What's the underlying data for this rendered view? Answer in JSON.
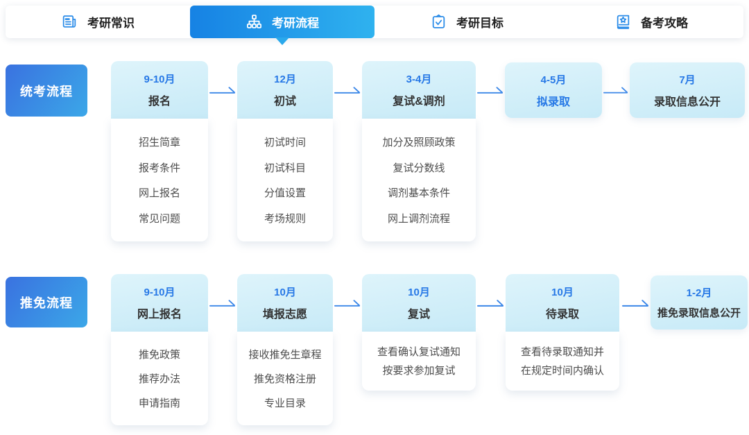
{
  "tabs": [
    {
      "label": "考研常识",
      "icon": "news-icon",
      "active": false
    },
    {
      "label": "考研流程",
      "icon": "sitemap-icon",
      "active": true
    },
    {
      "label": "考研目标",
      "icon": "clipboard-check-icon",
      "active": false
    },
    {
      "label": "备考攻略",
      "icon": "book-star-icon",
      "active": false
    }
  ],
  "colors": {
    "active_tab_gradient_start": "#1682e4",
    "active_tab_gradient_end": "#2fb2ef",
    "icon_blue": "#2b8ce8",
    "month_accent": "#2678e6",
    "card_header_gradient_start": "#def4fb",
    "card_header_gradient_end": "#c7eaf7",
    "row_label_gradient_start": "#3a72e0",
    "row_label_gradient_end": "#3ba7e8",
    "arrow_blue": "#3b87e8",
    "body_text": "#4d4d4d",
    "title_dark": "#333333"
  },
  "rows": [
    {
      "label": "统考流程",
      "cards": [
        {
          "month": "9-10月",
          "title": "报名",
          "items": [
            "招生简章",
            "报考条件",
            "网上报名",
            "常见问题"
          ]
        },
        {
          "month": "12月",
          "title": "初试",
          "items": [
            "初试时间",
            "初试科目",
            "分值设置",
            "考场规则"
          ]
        },
        {
          "month": "3-4月",
          "title": "复试&调剂",
          "items": [
            "加分及照顾政策",
            "复试分数线",
            "调剂基本条件",
            "网上调剂流程"
          ]
        },
        {
          "month": "4-5月",
          "title": "拟录取"
        },
        {
          "month": "7月",
          "title": "录取信息公开"
        }
      ]
    },
    {
      "label": "推免流程",
      "cards": [
        {
          "month": "9-10月",
          "title": "网上报名",
          "items": [
            "推免政策",
            "推荐办法",
            "申请指南"
          ]
        },
        {
          "month": "10月",
          "title": "填报志愿",
          "items": [
            "接收推免生章程",
            "推免资格注册",
            "专业目录"
          ]
        },
        {
          "month": "10月",
          "title": "复试",
          "note_lines": [
            "查看确认复试通知",
            "按要求参加复试"
          ]
        },
        {
          "month": "10月",
          "title": "待录取",
          "note_lines": [
            "查看待录取通知并",
            "在规定时间内确认"
          ]
        },
        {
          "month": "1-2月",
          "title": "推免录取信息公开"
        }
      ]
    }
  ]
}
